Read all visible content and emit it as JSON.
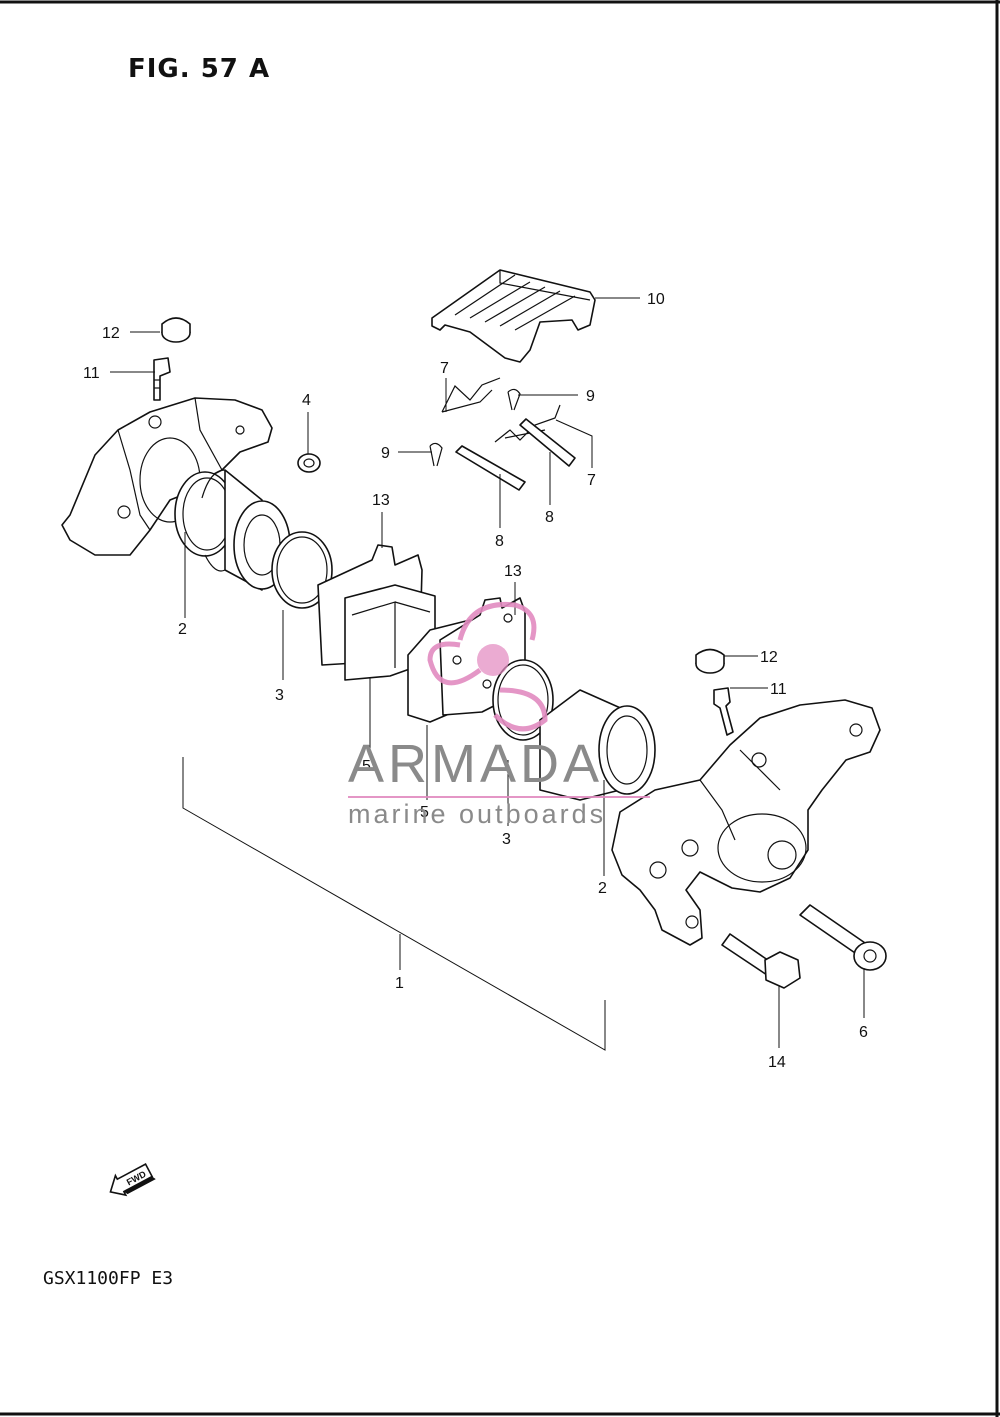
{
  "figure": {
    "title": "FIG. 57 A",
    "model": "GSX1100FP  E3"
  },
  "fwd_label": "FWD",
  "watermark": {
    "brand": "ARMADA",
    "tagline": "marine outboards",
    "color": "#e28bc0",
    "text_color": "#8a8a8a"
  },
  "callouts": {
    "c1": "1",
    "c2a": "2",
    "c2b": "2",
    "c3a": "3",
    "c3b": "3",
    "c4": "4",
    "c5a": "5",
    "c5b": "5",
    "c6": "6",
    "c7a": "7",
    "c7b": "7",
    "c8a": "8",
    "c8b": "8",
    "c9a": "9",
    "c9b": "9",
    "c10": "10",
    "c11a": "11",
    "c11b": "11",
    "c12a": "12",
    "c12b": "12",
    "c13a": "13",
    "c13b": "13",
    "c14": "14"
  }
}
